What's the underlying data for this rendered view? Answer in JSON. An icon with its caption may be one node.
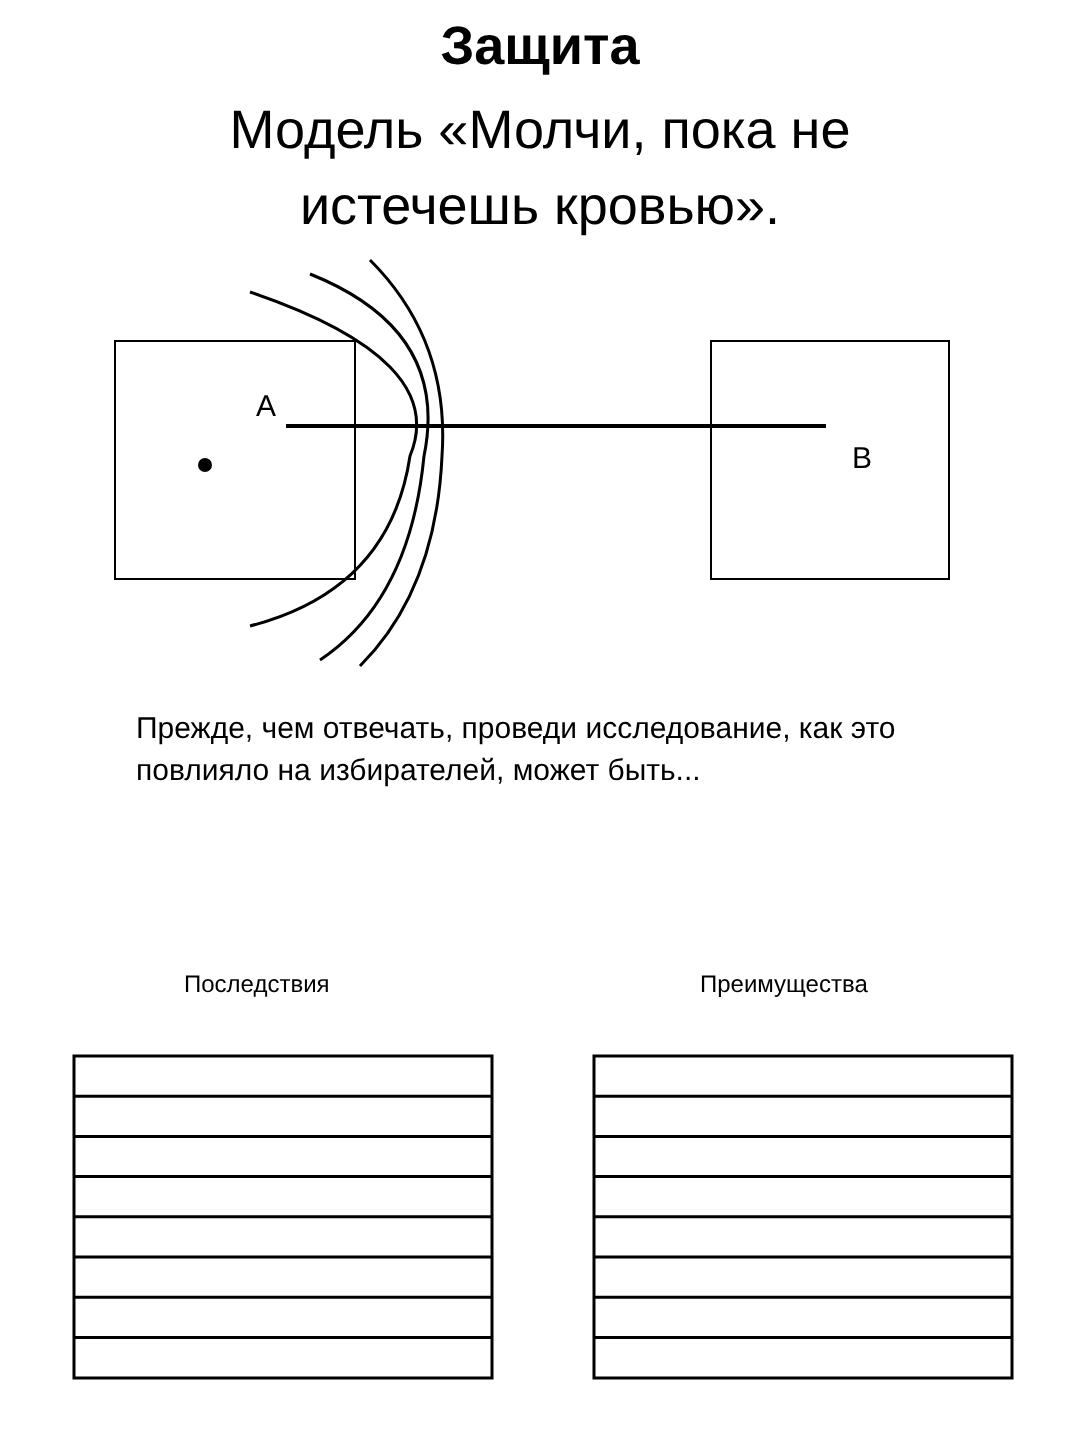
{
  "diagram": {
    "title": "Защита",
    "nodes": [
      {
        "text": [
          "A"
        ]
      },
      {
        "text": [
          "B"
        ]
      }
    ],
    "edges": [
      {
        "from": 0,
        "to": 1,
        "arrow": "none"
      }
    ],
    "labels": [
      "Модель «Молчи, пока не истечешь кровью».",
      "Прежде, чем отвечать, проведи исследование, как это повлияло на избирателей, может быть...",
      "Последствия",
      "Преимущества"
    ]
  }
}
